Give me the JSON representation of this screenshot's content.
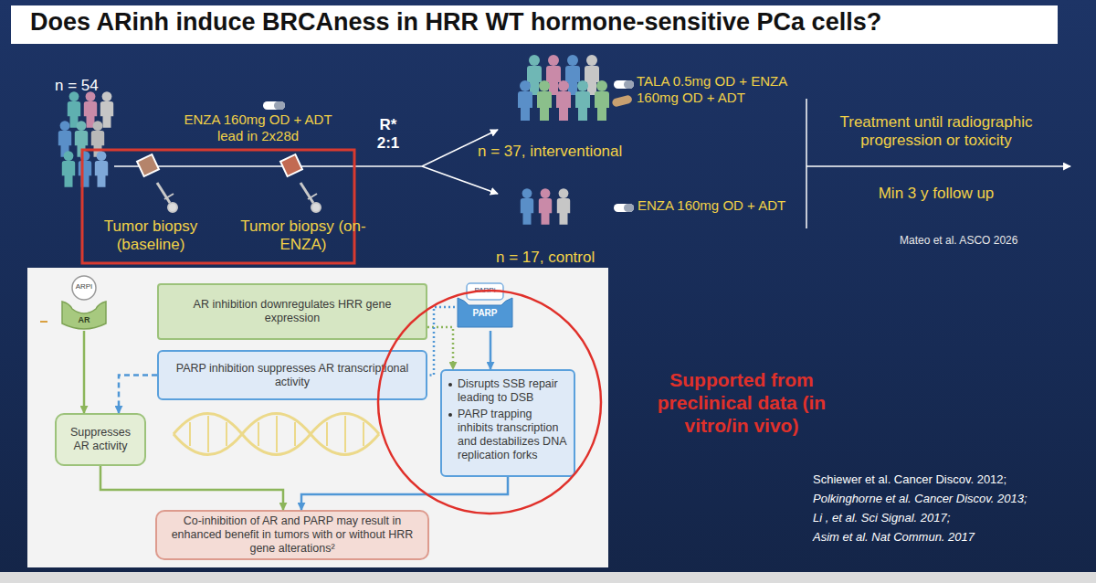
{
  "diagram": {
    "title": "Does ARinh induce BRCAness in HRR WT hormone-sensitive PCa cells?",
    "nodes": [
      {
        "text": [
          "ARPI",
          "AR"
        ]
      },
      {
        "text": [
          "AR inhibition downregulates HRR gene expression"
        ]
      },
      {
        "text": [
          "PARPi",
          "PARP"
        ]
      },
      {
        "text": [
          "PARP inhibition suppresses AR transcriptional activity"
        ]
      },
      {
        "text": [
          "Disrupts SSB repair leading to DSB",
          "PARP trapping inhibits transcription and destabilizes DNA replication forks"
        ]
      },
      {
        "text": [
          "Suppresses AR activity"
        ]
      },
      {
        "text": [
          "Co-inhibition of AR and PARP may result in enhanced benefit in tumors with or without HRR gene alterations²"
        ]
      }
    ],
    "edges": [
      {
        "from": 0,
        "to": 5,
        "arrow": "to"
      },
      {
        "from": 1,
        "to": 4,
        "arrow": "to"
      },
      {
        "from": 2,
        "to": 4,
        "arrow": "to"
      },
      {
        "from": 2,
        "to": 3,
        "arrow": "none"
      },
      {
        "from": 3,
        "to": 5,
        "arrow": "to"
      },
      {
        "from": 5,
        "to": 6,
        "arrow": "to"
      },
      {
        "from": 4,
        "to": 6,
        "arrow": "to"
      }
    ],
    "labels": [
      "n = 54",
      "ENZA 160mg OD + ADT lead in 2x28d",
      "Tumor biopsy (baseline)",
      "Tumor biopsy (on-ENZA)",
      "R* 2:1",
      "n = 37, interventional",
      "TALA 0.5mg OD + ENZA 160mg OD + ADT",
      "n = 17, control",
      "ENZA 160mg OD + ADT",
      "Treatment until radiographic progression or toxicity",
      "Min 3 y follow up",
      "Mateo et al. ASCO 2026",
      "Supported from preclinical data (in vitro/in vivo)",
      "Schiewer et al. Cancer Discov. 2012;",
      "Polkinghorne et al. Cancer Discov. 2013;",
      "Li , et al. Sci Signal. 2017;",
      "Asim et al. Nat Commun. 2017"
    ]
  }
}
